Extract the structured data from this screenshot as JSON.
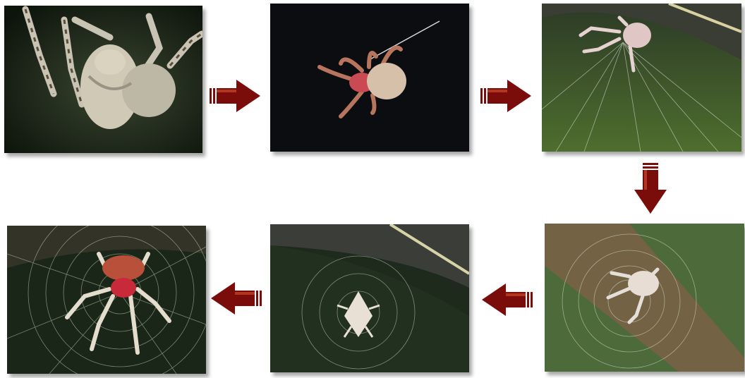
{
  "sequence": {
    "step_count": 6,
    "photos": [
      {
        "step": 1,
        "subject": "spider-clinging-to-pale-egg-sac"
      },
      {
        "step": 2,
        "subject": "spider-hanging-from-silk-thread"
      },
      {
        "step": 3,
        "subject": "spider-starting-web-on-leaf"
      },
      {
        "step": 4,
        "subject": "spider-building-web-spiral"
      },
      {
        "step": 5,
        "subject": "spider-resting-at-web-hub"
      },
      {
        "step": 6,
        "subject": "spider-on-completed-orb-web"
      }
    ],
    "arrow_color": "#7a0c0a",
    "arrow_highlight": "#d8542c"
  }
}
